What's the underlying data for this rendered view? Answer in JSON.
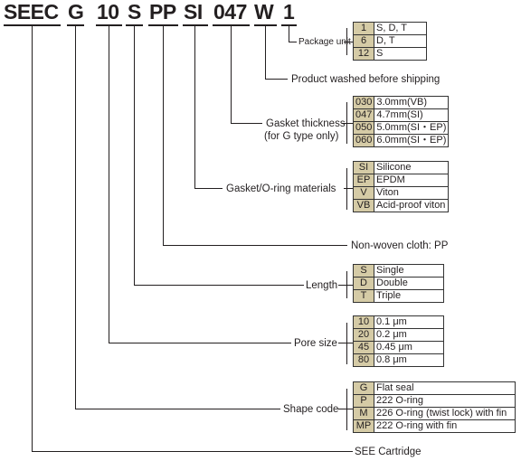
{
  "code_parts": [
    {
      "text": "SEEC"
    },
    {
      "text": "G"
    },
    {
      "text": "10"
    },
    {
      "text": "S"
    },
    {
      "text": "PP"
    },
    {
      "text": "SI"
    },
    {
      "text": "047"
    },
    {
      "text": "W"
    },
    {
      "text": "1"
    }
  ],
  "package_unit": {
    "label": "Package unit",
    "options": [
      {
        "code": "1",
        "desc": "S, D, T"
      },
      {
        "code": "6",
        "desc": "D, T"
      },
      {
        "code": "12",
        "desc": "S"
      }
    ]
  },
  "washed": {
    "label": "Product washed before shipping"
  },
  "gasket_thickness": {
    "label_line1": "Gasket thickness",
    "label_line2": "(for G type only)",
    "options": [
      {
        "code": "030",
        "desc": "3.0mm(VB)"
      },
      {
        "code": "047",
        "desc": "4.7mm(SI)"
      },
      {
        "code": "050",
        "desc": "5.0mm(SI・EP)"
      },
      {
        "code": "060",
        "desc": "6.0mm(SI・EP)"
      }
    ]
  },
  "gasket_material": {
    "label": "Gasket/O-ring materials",
    "options": [
      {
        "code": "SI",
        "desc": "Silicone"
      },
      {
        "code": "EP",
        "desc": "EPDM"
      },
      {
        "code": "V",
        "desc": "Viton"
      },
      {
        "code": "VB",
        "desc": "Acid-proof viton"
      }
    ]
  },
  "nonwoven": {
    "label": "Non-woven cloth: PP"
  },
  "length": {
    "label": "Length",
    "options": [
      {
        "code": "S",
        "desc": "Single"
      },
      {
        "code": "D",
        "desc": "Double"
      },
      {
        "code": "T",
        "desc": "Triple"
      }
    ]
  },
  "pore_size": {
    "label": "Pore size",
    "options": [
      {
        "code": "10",
        "desc": "0.1 μm"
      },
      {
        "code": "20",
        "desc": "0.2 μm"
      },
      {
        "code": "45",
        "desc": "0.45 μm"
      },
      {
        "code": "80",
        "desc": "0.8 μm"
      }
    ]
  },
  "shape_code": {
    "label": "Shape code",
    "options": [
      {
        "code": "G",
        "desc": "Flat seal"
      },
      {
        "code": "P",
        "desc": "222 O-ring"
      },
      {
        "code": "M",
        "desc": "226 O-ring (twist lock) with fin"
      },
      {
        "code": "MP",
        "desc": "222 O-ring with fin"
      }
    ]
  },
  "cartridge": {
    "label": "SEE Cartridge"
  }
}
